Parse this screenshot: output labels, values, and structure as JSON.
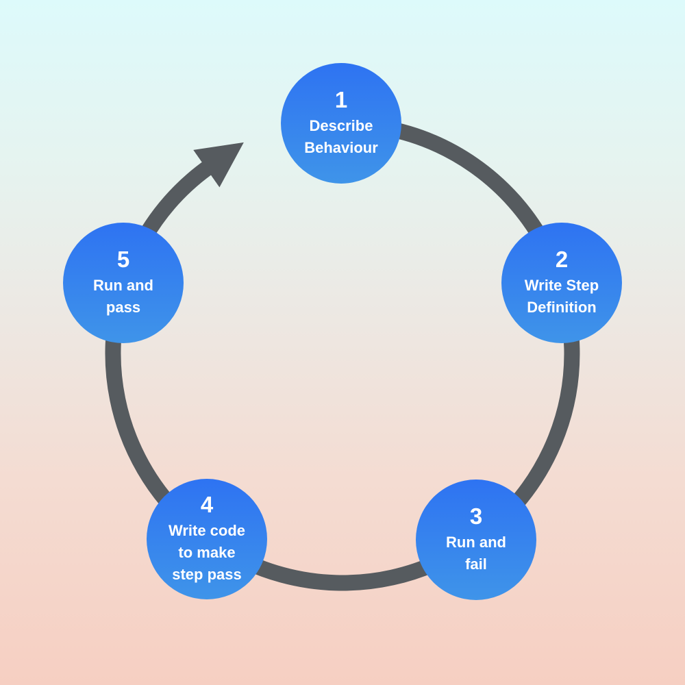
{
  "diagram": {
    "type": "cycle",
    "direction": "clockwise",
    "steps": [
      {
        "number": "1",
        "label": "Describe\nBehaviour"
      },
      {
        "number": "2",
        "label": "Write Step\nDefinition"
      },
      {
        "number": "3",
        "label": "Run and\nfail"
      },
      {
        "number": "4",
        "label": "Write code\nto make\nstep pass"
      },
      {
        "number": "5",
        "label": "Run and\npass"
      }
    ]
  },
  "colors": {
    "background_top": "#ddfafb",
    "background_mid": "#ece9e4",
    "background_bottom": "#f6cfc2",
    "ring": "#565b5f",
    "node_top": "#2e73f2",
    "node_bottom": "#3f94e9",
    "node_text": "#ffffff"
  }
}
